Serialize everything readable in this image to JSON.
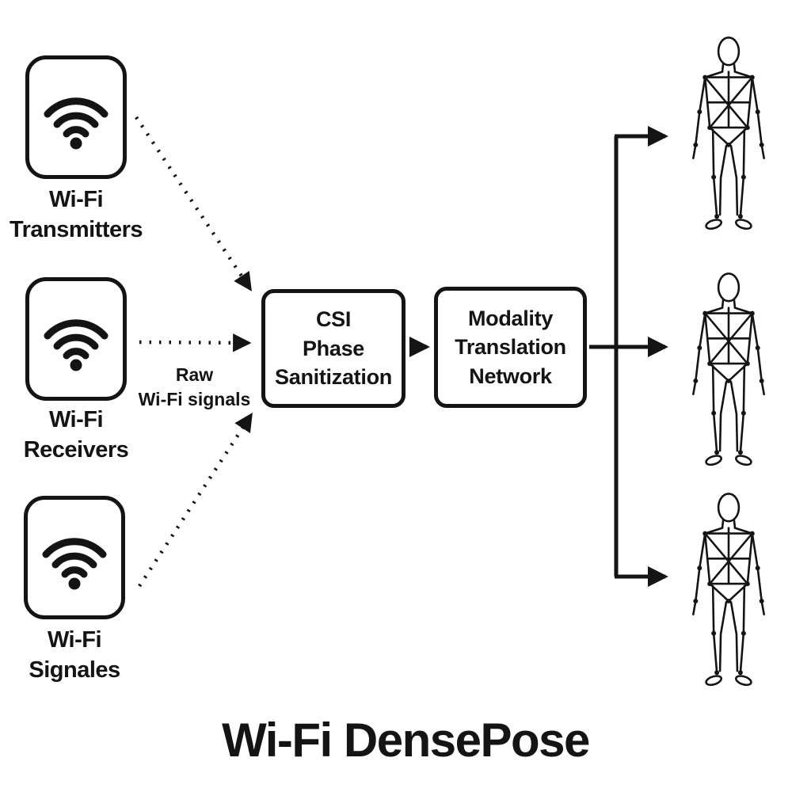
{
  "title": "Wi-Fi DensePose",
  "sources": [
    {
      "label": "Wi-Fi\nTransmitters"
    },
    {
      "label": "Wi-Fi\nReceivers"
    },
    {
      "label": "Wi-Fi\nSignales"
    }
  ],
  "process": {
    "csi": {
      "label": "CSI\nPhase\nSanitization"
    },
    "mtn": {
      "label": "Modality\nTranslation\nNetwork"
    }
  },
  "annotations": {
    "raw_signals": "Raw\nWi-Fi signals"
  },
  "icons": {
    "source": "wifi-icon",
    "output": "human-pose-wireframe"
  },
  "colors": {
    "ink": "#141414",
    "background": "#ffffff"
  }
}
